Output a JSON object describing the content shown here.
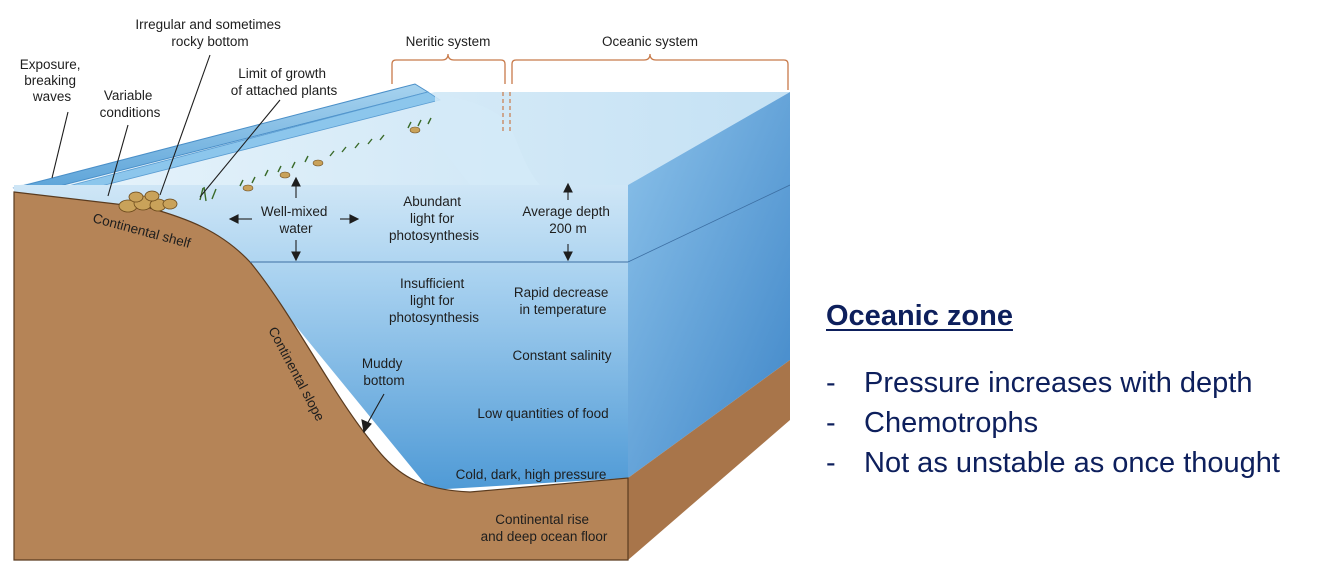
{
  "diagram": {
    "labels": {
      "exposure": [
        "Exposure,",
        "breaking",
        "waves"
      ],
      "irregular": [
        "Irregular and sometimes",
        "rocky bottom"
      ],
      "variable": [
        "Variable",
        "conditions"
      ],
      "limit": [
        "Limit of growth",
        "of attached plants"
      ],
      "neritic": "Neritic system",
      "oceanic": "Oceanic system",
      "shelf": "Continental shelf",
      "wellmixed": [
        "Well-mixed",
        "water"
      ],
      "abundant": [
        "Abundant",
        "light for",
        "photosynthesis"
      ],
      "avgdepth": [
        "Average depth",
        "200 m"
      ],
      "insufficient": [
        "Insufficient",
        "light for",
        "photosynthesis"
      ],
      "rapid": [
        "Rapid decrease",
        "in temperature"
      ],
      "salinity": "Constant salinity",
      "slope": "Continental slope",
      "muddy": [
        "Muddy",
        "bottom"
      ],
      "food": "Low quantities of food",
      "cold": "Cold, dark, high pressure",
      "rise": [
        "Continental rise",
        "and deep ocean floor"
      ]
    }
  },
  "panel": {
    "heading": "Oceanic zone",
    "bullet_marker": "-",
    "bullets": [
      "Pressure increases with depth",
      "Chemotrophs",
      "Not as unstable as once thought"
    ]
  }
}
